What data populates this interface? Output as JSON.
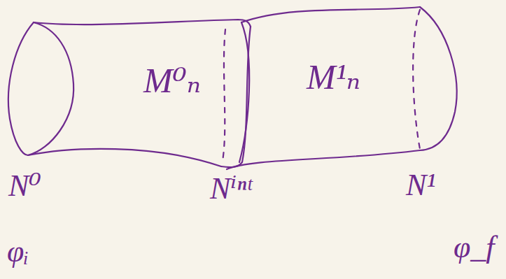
{
  "diagram": {
    "nodes": [
      {
        "text": [
          "M⁰ₙ"
        ]
      },
      {
        "text": [
          "M¹ₙ"
        ]
      }
    ],
    "labels": [
      "N⁰",
      "Nⁱⁿᵗ",
      "N¹",
      "φᵢ",
      "φ_f"
    ]
  }
}
